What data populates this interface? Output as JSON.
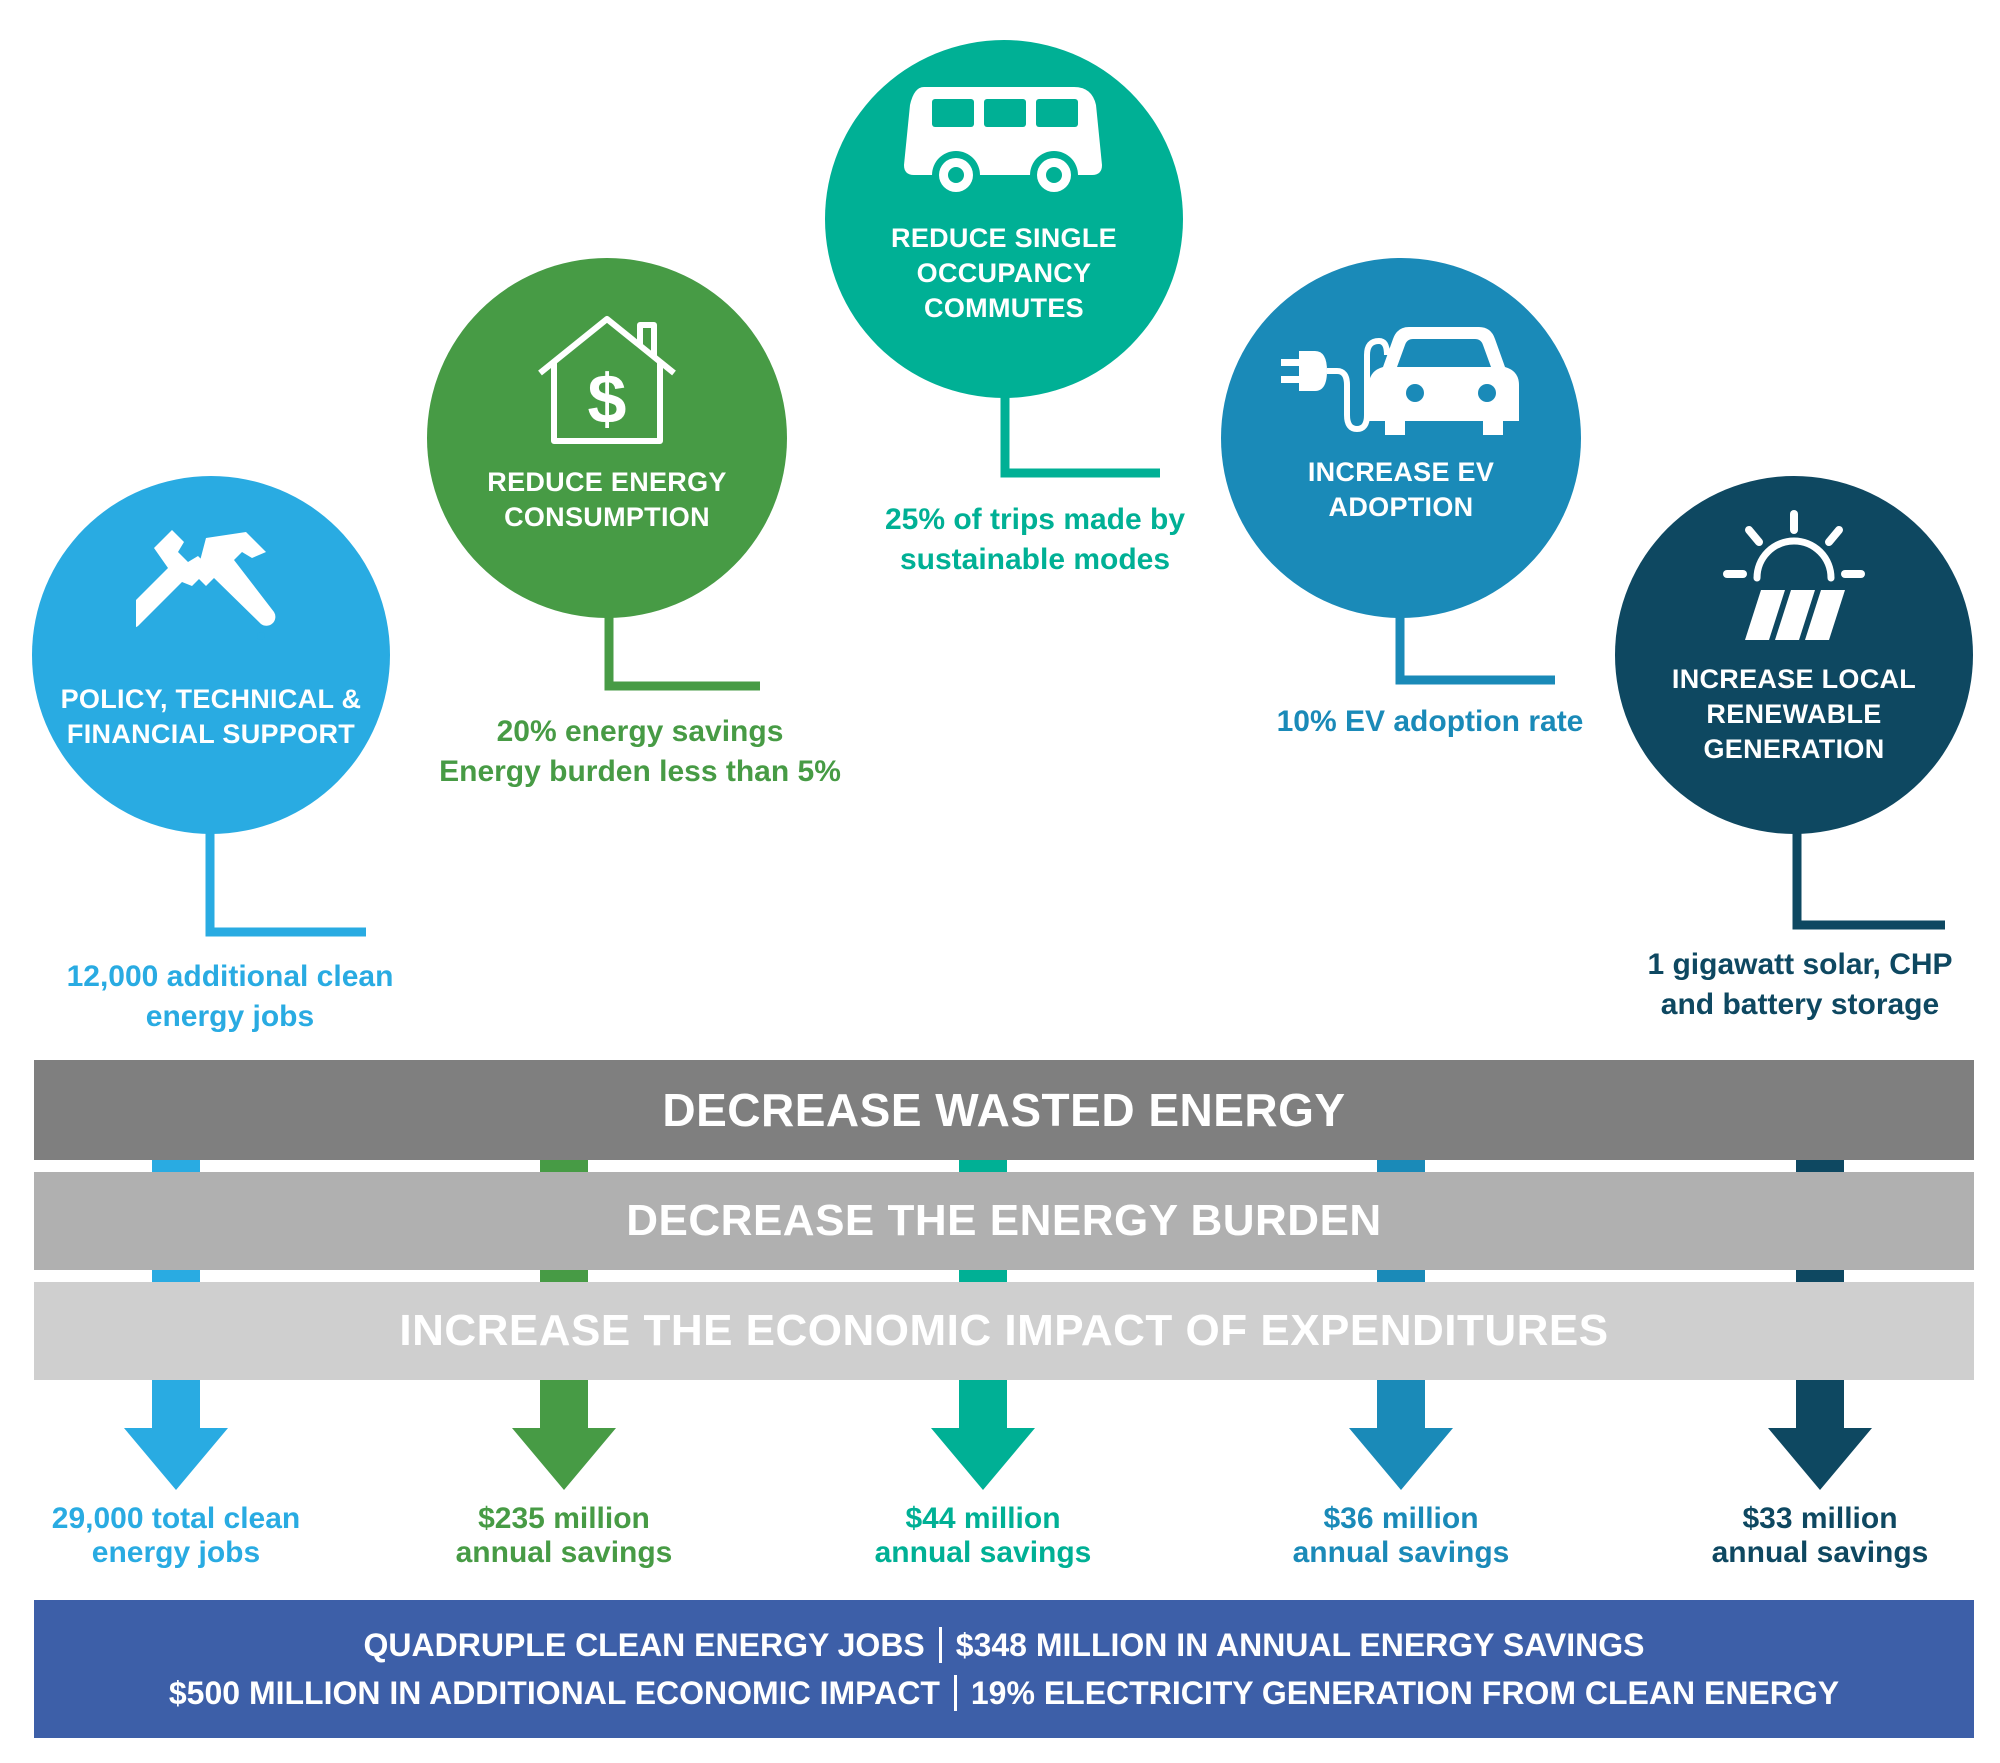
{
  "colors": {
    "light_blue": "#29abe2",
    "green": "#479b45",
    "teal": "#00b095",
    "mid_blue": "#1a8ab8",
    "navy": "#0e4861",
    "band_dark": "#7f7f7f",
    "band_mid": "#b0b0b0",
    "band_light": "#cfcfcf",
    "summary_bg": "#3d5fa8"
  },
  "strategies": [
    {
      "id": "policy",
      "icon": "wrench-hammer-icon",
      "title": "POLICY, TECHNICAL &\nFINANCIAL SUPPORT",
      "metric": "12,000 additional clean\nenergy jobs",
      "result": "29,000 total clean\nenergy jobs"
    },
    {
      "id": "energy",
      "icon": "house-dollar-icon",
      "title": "REDUCE ENERGY\nCONSUMPTION",
      "metric": "20% energy savings\nEnergy burden less than 5%",
      "result": "$235 million\nannual savings"
    },
    {
      "id": "commute",
      "icon": "bus-icon",
      "title": "REDUCE SINGLE\nOCCUPANCY\nCOMMUTES",
      "metric": "25% of trips made by\nsustainable modes",
      "result": "$44 million\nannual savings"
    },
    {
      "id": "ev",
      "icon": "electric-car-icon",
      "title": "INCREASE EV\nADOPTION",
      "metric": "10% EV adoption rate",
      "result": "$36 million\nannual savings"
    },
    {
      "id": "renewable",
      "icon": "solar-panel-icon",
      "title": "INCREASE LOCAL\nRENEWABLE\nGENERATION",
      "metric": "1 gigawatt solar, CHP\nand battery storage",
      "result": "$33 million\nannual savings"
    }
  ],
  "bands": [
    "DECREASE WASTED ENERGY",
    "DECREASE THE ENERGY BURDEN",
    "INCREASE THE ECONOMIC IMPACT OF EXPENDITURES"
  ],
  "summary": {
    "line1": [
      "QUADRUPLE CLEAN ENERGY JOBS",
      "$348 MILLION IN ANNUAL ENERGY SAVINGS"
    ],
    "line2": [
      "$500 MILLION IN ADDITIONAL ECONOMIC IMPACT",
      "19% ELECTRICITY GENERATION FROM CLEAN ENERGY"
    ]
  }
}
